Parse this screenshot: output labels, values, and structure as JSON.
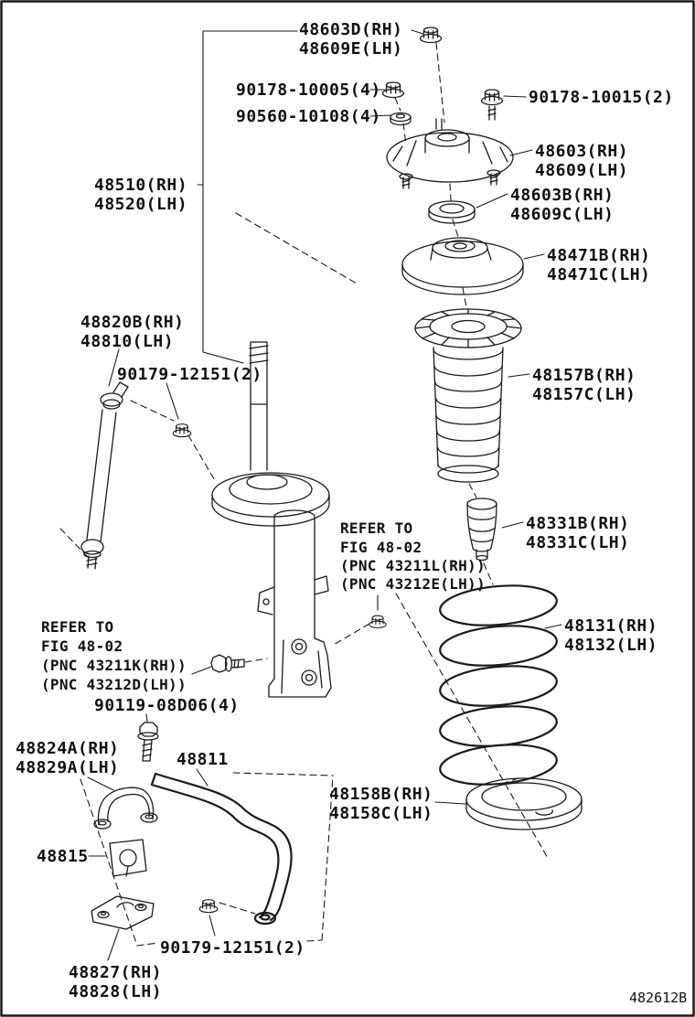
{
  "title": "Front spring and shock absorber parts diagram",
  "drawing_number": "482612B",
  "colors": {
    "line": "#1a1a1a",
    "background": "#ffffff"
  },
  "labels": {
    "n48603d": [
      "48603D(RH)",
      "48609E(LH)"
    ],
    "n90178_10005": [
      "90178-10005(4)"
    ],
    "n90560_10108": [
      "90560-10108(4)"
    ],
    "n90178_10015": [
      "90178-10015(2)"
    ],
    "n48603": [
      "48603(RH)",
      "48609(LH)"
    ],
    "n48603b": [
      "48603B(RH)",
      "48609C(LH)"
    ],
    "n48471b": [
      "48471B(RH)",
      "48471C(LH)"
    ],
    "n48510": [
      "48510(RH)",
      "48520(LH)"
    ],
    "n48157b": [
      "48157B(RH)",
      "48157C(LH)"
    ],
    "n48820b": [
      "48820B(RH)",
      "48810(LH)"
    ],
    "n90179_12151_upper": [
      "90179-12151(2)"
    ],
    "n48331b": [
      "48331B(RH)",
      "48331C(LH)"
    ],
    "refer_mid": [
      "REFER TO",
      "FIG 48-02",
      "(PNC 43211L(RH))",
      "(PNC 43212E(LH))"
    ],
    "n48131": [
      "48131(RH)",
      "48132(LH)"
    ],
    "refer_left": [
      "REFER TO",
      "FIG 48-02",
      "(PNC 43211K(RH))",
      "(PNC 43212D(LH))"
    ],
    "n90119_08d06": [
      "90119-08D06(4)"
    ],
    "n48824a": [
      "48824A(RH)",
      "48829A(LH)"
    ],
    "n48811": [
      "48811"
    ],
    "n48158b": [
      "48158B(RH)",
      "48158C(LH)"
    ],
    "n48815": [
      "48815"
    ],
    "n90179_12151_lower": [
      "90179-12151(2)"
    ],
    "n48827": [
      "48827(RH)",
      "48828(LH)"
    ]
  }
}
